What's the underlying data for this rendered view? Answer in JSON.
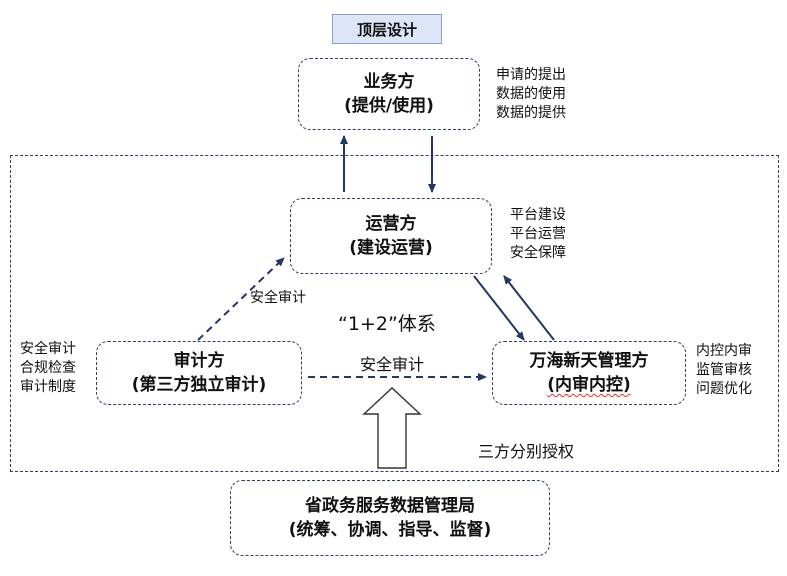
{
  "top_label": "顶层设计",
  "business": {
    "title": "业务方",
    "subtitle": "(提供/使用)",
    "notes": [
      "申请的提出",
      "数据的使用",
      "数据的提供"
    ]
  },
  "operator": {
    "title": "运营方",
    "subtitle": "(建设运营)",
    "notes": [
      "平台建设",
      "平台运营",
      "安全保障"
    ]
  },
  "auditor": {
    "title": "审计方",
    "subtitle": "(第三方独立审计)",
    "notes": [
      "安全审计",
      "合规检查",
      "审计制度"
    ]
  },
  "manager": {
    "title": "万海新天管理方",
    "subtitle": "(内审内控)",
    "notes": [
      "内控内审",
      "监管审核",
      "问题优化"
    ]
  },
  "system_label": "“1+2”体系",
  "edge_auditor_operator": "安全审计",
  "edge_auditor_manager": "安全审计",
  "authorization_label": "三方分别授权",
  "authority": {
    "title": "省政务服务数据管理局",
    "subtitle": "(统筹、协调、指导、监督)"
  }
}
